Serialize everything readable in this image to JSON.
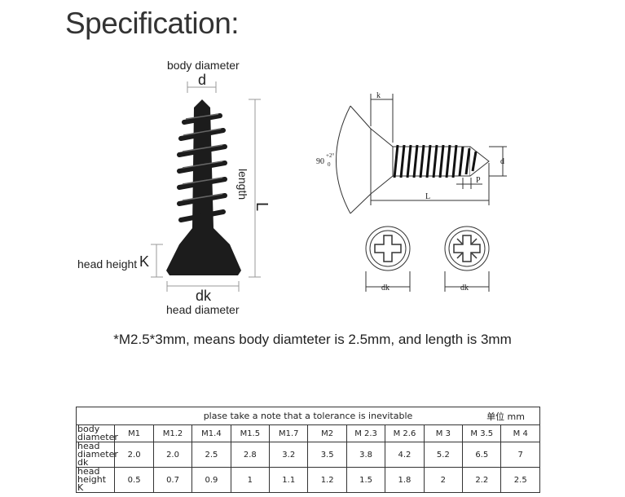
{
  "title": "Specification:",
  "labels": {
    "body_diameter": "body diameter",
    "d": "d",
    "length": "length",
    "L": "L",
    "head_height": "head height",
    "K": "K",
    "dk": "dk",
    "head_diameter": "head diameter"
  },
  "drawing_labels": {
    "k": "k",
    "angle": "90",
    "angle_sup": "+2°",
    "angle_sub": "0",
    "d": "d",
    "p": "P",
    "L": "L",
    "dk1": "dk",
    "dk2": "dk"
  },
  "note": "*M2.5*3mm, means body diamteter is 2.5mm, and length is 3mm",
  "table": {
    "caption": "plase take a note that a tolerance is inevitable",
    "unit": "单位 mm",
    "sizes": [
      "M1",
      "M1.2",
      "M1.4",
      "M1.5",
      "M1.7",
      "M2",
      "M 2.3",
      "M 2.6",
      "M 3",
      "M 3.5",
      "M 4"
    ],
    "rows": [
      {
        "label": "body diameter",
        "values": [
          "M1",
          "M1.2",
          "M1.4",
          "M1.5",
          "M1.7",
          "M2",
          "M 2.3",
          "M 2.6",
          "M 3",
          "M 3.5",
          "M 4"
        ]
      },
      {
        "label": "head diameter dk",
        "values": [
          "2.0",
          "2.0",
          "2.5",
          "2.8",
          "3.2",
          "3.5",
          "3.8",
          "4.2",
          "5.2",
          "6.5",
          "7"
        ]
      },
      {
        "label": "head height K",
        "values": [
          "0.5",
          "0.7",
          "0.9",
          "1",
          "1.1",
          "1.2",
          "1.5",
          "1.8",
          "2",
          "2.2",
          "2.5"
        ]
      }
    ]
  },
  "colors": {
    "screw": "#1c1c1c",
    "line": "#333333"
  }
}
